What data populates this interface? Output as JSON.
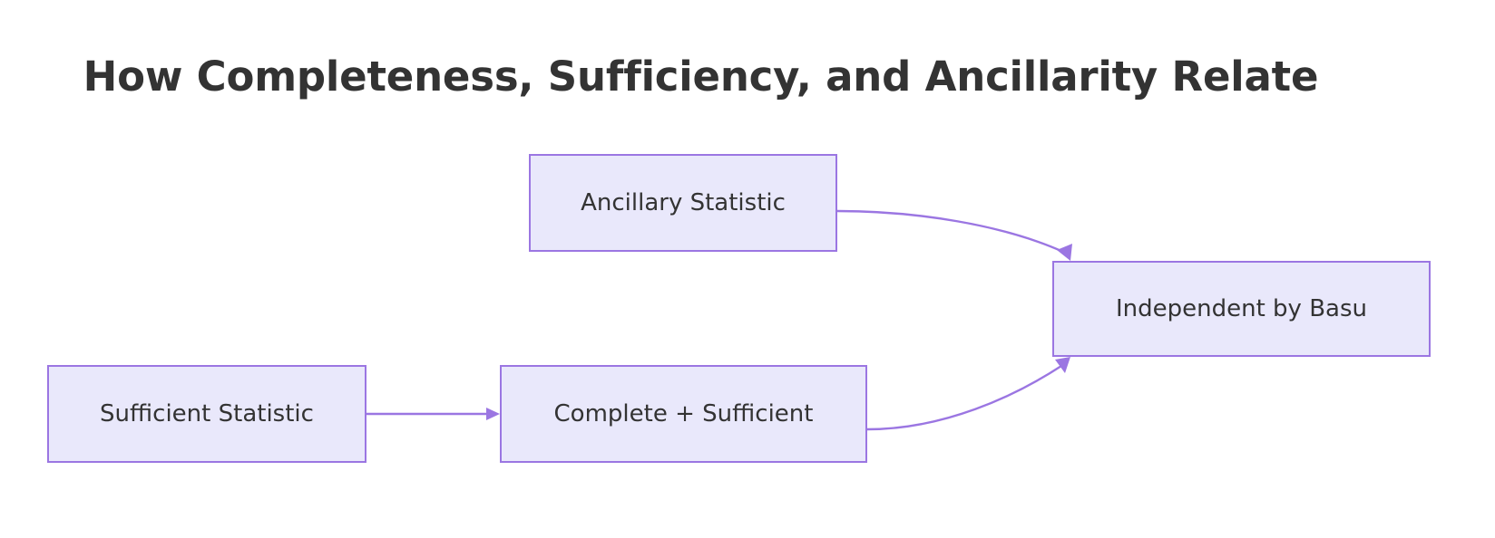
{
  "title": "How Completeness, Sufficiency, and Ancillarity Relate",
  "theme": {
    "background": "#ffffff",
    "node_fill": "#e9e8fb",
    "node_border": "#9b76e2",
    "edge_color": "#9b76e2",
    "text_color": "#333333",
    "title_color": "#333333"
  },
  "nodes": [
    {
      "id": "ancillary",
      "label": "Ancillary Statistic"
    },
    {
      "id": "independent",
      "label": "Independent by Basu"
    },
    {
      "id": "sufficient",
      "label": "Sufficient Statistic"
    },
    {
      "id": "complete",
      "label": "Complete + Sufficient"
    }
  ],
  "edges": [
    {
      "id": "sufficient-to-complete",
      "from": "Sufficient Statistic",
      "to": "Complete + Sufficient",
      "label": "",
      "style": "straight-arrow"
    },
    {
      "id": "ancillary-to-independent",
      "from": "Ancillary Statistic",
      "to": "Independent by Basu",
      "label": "",
      "style": "curved-arrow"
    },
    {
      "id": "complete-to-independent",
      "from": "Complete + Sufficient",
      "to": "Independent by Basu",
      "label": "",
      "style": "curved-arrow"
    }
  ]
}
